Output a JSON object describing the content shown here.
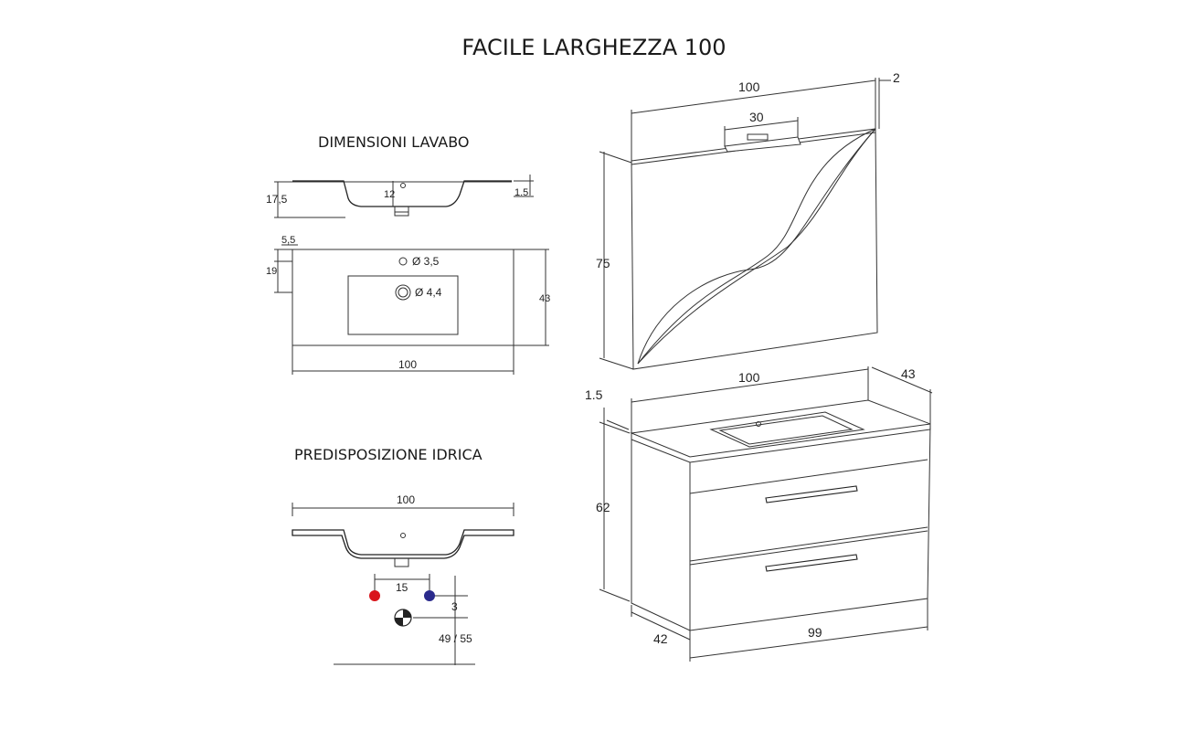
{
  "title": "FACILE LARGHEZZA 100",
  "sections": {
    "basin": "DIMENSIONI LAVABO",
    "plumbing": "PREDISPOSIZIONE IDRICA"
  },
  "basin_side": {
    "height": "17,5",
    "depth": "12",
    "rim": "1.5"
  },
  "basin_top": {
    "offset_top": "5,5",
    "offset_hole": "19",
    "tap_hole": "Ø 3,5",
    "drain": "Ø 4,4",
    "depth": "43",
    "width": "100"
  },
  "plumbing": {
    "width": "100",
    "pipe_spacing": "15",
    "offset": "3",
    "height": "49 / 55",
    "hot_color": "#d9141b",
    "cold_color": "#2a2a8c"
  },
  "mirror": {
    "width": "100",
    "thickness": "2",
    "lamp": "30",
    "height": "75"
  },
  "cabinet": {
    "top_thickness": "1.5",
    "width_top": "100",
    "depth_top": "43",
    "height": "62",
    "depth_bottom": "42",
    "width_bottom": "99"
  }
}
